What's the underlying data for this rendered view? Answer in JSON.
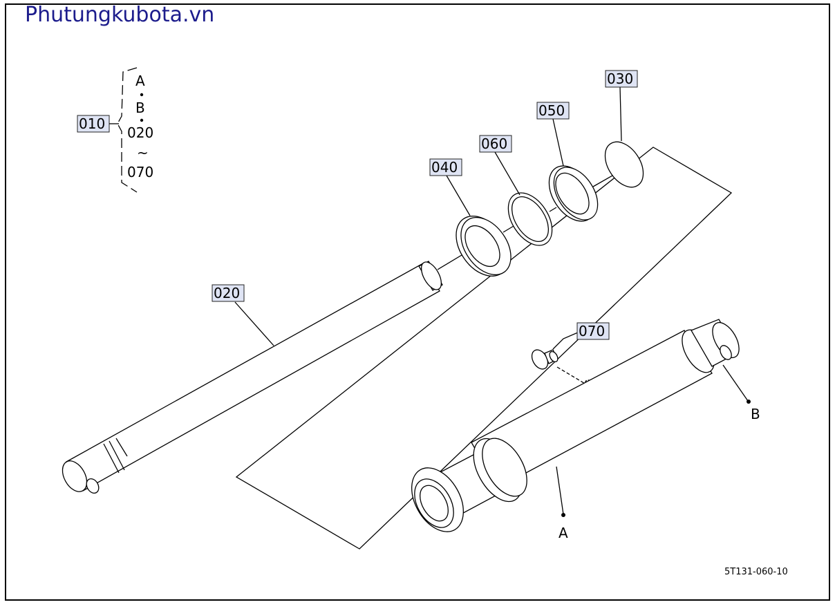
{
  "watermark": "Phutungkubota.vn",
  "drawing_number": "5T131-060-10",
  "assembly": {
    "callout": "010",
    "contents": [
      "A",
      "B",
      "020",
      "~",
      "070"
    ]
  },
  "callouts": {
    "p020": "020",
    "p030": "030",
    "p040": "040",
    "p050": "050",
    "p060": "060",
    "p070": "070"
  },
  "points": {
    "a": "A",
    "b": "B"
  }
}
